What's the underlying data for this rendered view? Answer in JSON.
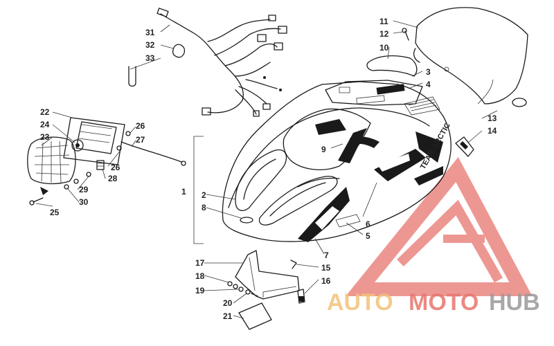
{
  "colors": {
    "line": "#1a1a1a",
    "watermark_red": "#e8756f",
    "watermark_orange": "#f2c27a",
    "watermark_gray": "#9a9a9a",
    "background": "#ffffff"
  },
  "callouts": [
    "1",
    "2",
    "3",
    "4",
    "5",
    "6",
    "7",
    "8",
    "9",
    "10",
    "11",
    "12",
    "13",
    "14",
    "15",
    "16",
    "17",
    "18",
    "19",
    "20",
    "21",
    "22",
    "23",
    "24",
    "25",
    "26",
    "27",
    "28",
    "29",
    "30",
    "31",
    "32",
    "33"
  ],
  "decal_text": "TEAM ARCTIC",
  "watermark": {
    "part1": "AUTO",
    "part2": "MOTO",
    "part3": "HUB"
  }
}
